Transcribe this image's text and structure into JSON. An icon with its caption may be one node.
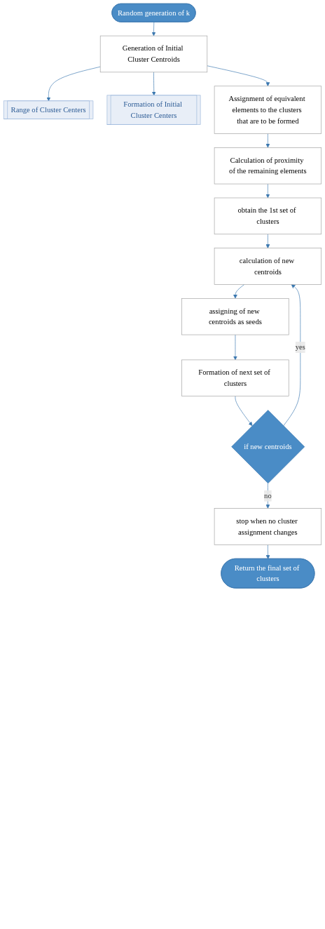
{
  "diagram": {
    "nodes": [
      {
        "text": [
          "Random generation of k"
        ]
      },
      {
        "text": [
          "Generation of Initial Cluster Centroids"
        ]
      },
      {
        "text": [
          "Range of Cluster Centers"
        ]
      },
      {
        "text": [
          "Formation of Initial Cluster Centers"
        ]
      },
      {
        "text": [
          "Assignment of equivalent elements to the clusters that are to be formed"
        ]
      },
      {
        "text": [
          "Calculation of proximity of the remaining elements"
        ]
      },
      {
        "text": [
          "obtain the 1st set of clusters"
        ]
      },
      {
        "text": [
          "calculation of new centroids"
        ]
      },
      {
        "text": [
          "assigning of new centroids as seeds"
        ]
      },
      {
        "text": [
          "Formation of next set of clusters"
        ]
      },
      {
        "text": [
          "if new centroids"
        ]
      },
      {
        "text": [
          "stop when no cluster assignment changes"
        ]
      },
      {
        "text": [
          "Return the final set of clusters"
        ]
      }
    ],
    "edges": [
      {
        "from": 0,
        "to": 1,
        "arrow": "to"
      },
      {
        "from": 1,
        "to": 2,
        "arrow": "to"
      },
      {
        "from": 1,
        "to": 3,
        "arrow": "to"
      },
      {
        "from": 1,
        "to": 4,
        "arrow": "to"
      },
      {
        "from": 4,
        "to": 5,
        "arrow": "to"
      },
      {
        "from": 5,
        "to": 6,
        "arrow": "to"
      },
      {
        "from": 6,
        "to": 7,
        "arrow": "to"
      },
      {
        "from": 7,
        "to": 8,
        "arrow": "to"
      },
      {
        "from": 8,
        "to": 9,
        "arrow": "to"
      },
      {
        "from": 9,
        "to": 10,
        "arrow": "to"
      },
      {
        "from": 10,
        "to": 7,
        "label": "yes",
        "arrow": "to"
      },
      {
        "from": 10,
        "to": 11,
        "label": "no",
        "arrow": "to"
      },
      {
        "from": 11,
        "to": 12,
        "arrow": "to"
      }
    ]
  }
}
